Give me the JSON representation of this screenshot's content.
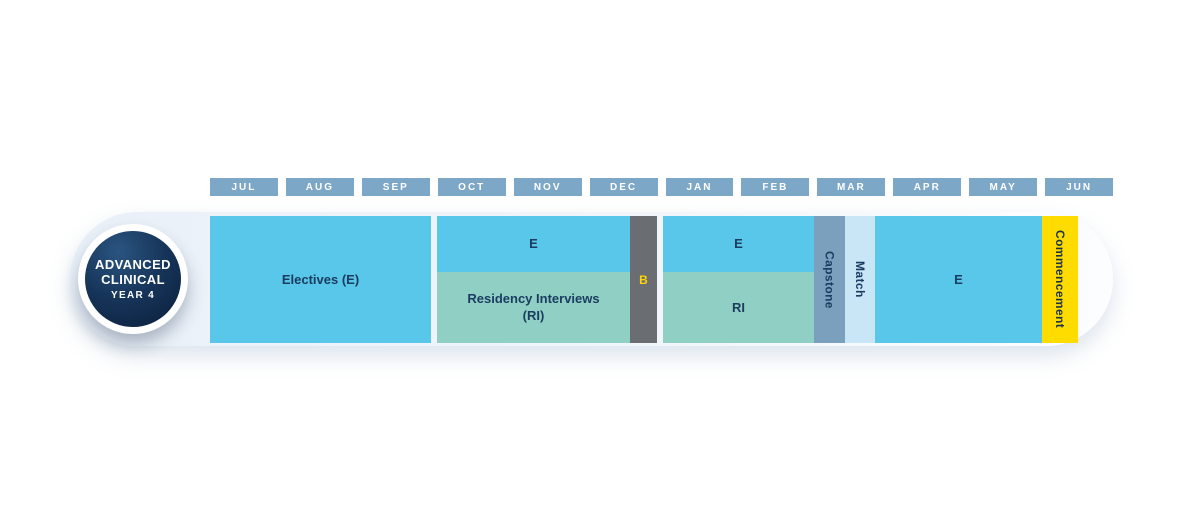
{
  "badge": {
    "title_line1": "ADVANCED",
    "title_line2": "CLINICAL",
    "year": "YEAR 4"
  },
  "months": [
    "JUL",
    "AUG",
    "SEP",
    "OCT",
    "NOV",
    "DEC",
    "JAN",
    "FEB",
    "MAR",
    "APR",
    "MAY",
    "JUN"
  ],
  "timeline": {
    "electives": {
      "label": "Electives (E)"
    },
    "fall_block": {
      "top_label": "E",
      "bottom_label": "Residency Interviews (RI)"
    },
    "b_bar": {
      "label": "B"
    },
    "winter_block": {
      "top_label": "E",
      "bottom_label": "RI"
    },
    "capstone": {
      "label": "Capstone"
    },
    "match": {
      "label": "Match"
    },
    "spring_block": {
      "label": "E"
    },
    "commencement": {
      "label": "Commencement"
    }
  },
  "colors": {
    "month_header": "#7ca7c6",
    "electives_cyan": "#58c7e9",
    "residency_seafoam": "#90d0c4",
    "b_bar_gray": "#6a6d72",
    "b_text_yellow": "#ffd400",
    "capstone_slate": "#7ba0bd",
    "match_light_blue": "#c8e6f6",
    "commencement_yellow": "#ffdc00",
    "label_navy": "#1b3d61",
    "badge_navy": "#0b1f3a",
    "track_background": "#e9f0f8"
  }
}
